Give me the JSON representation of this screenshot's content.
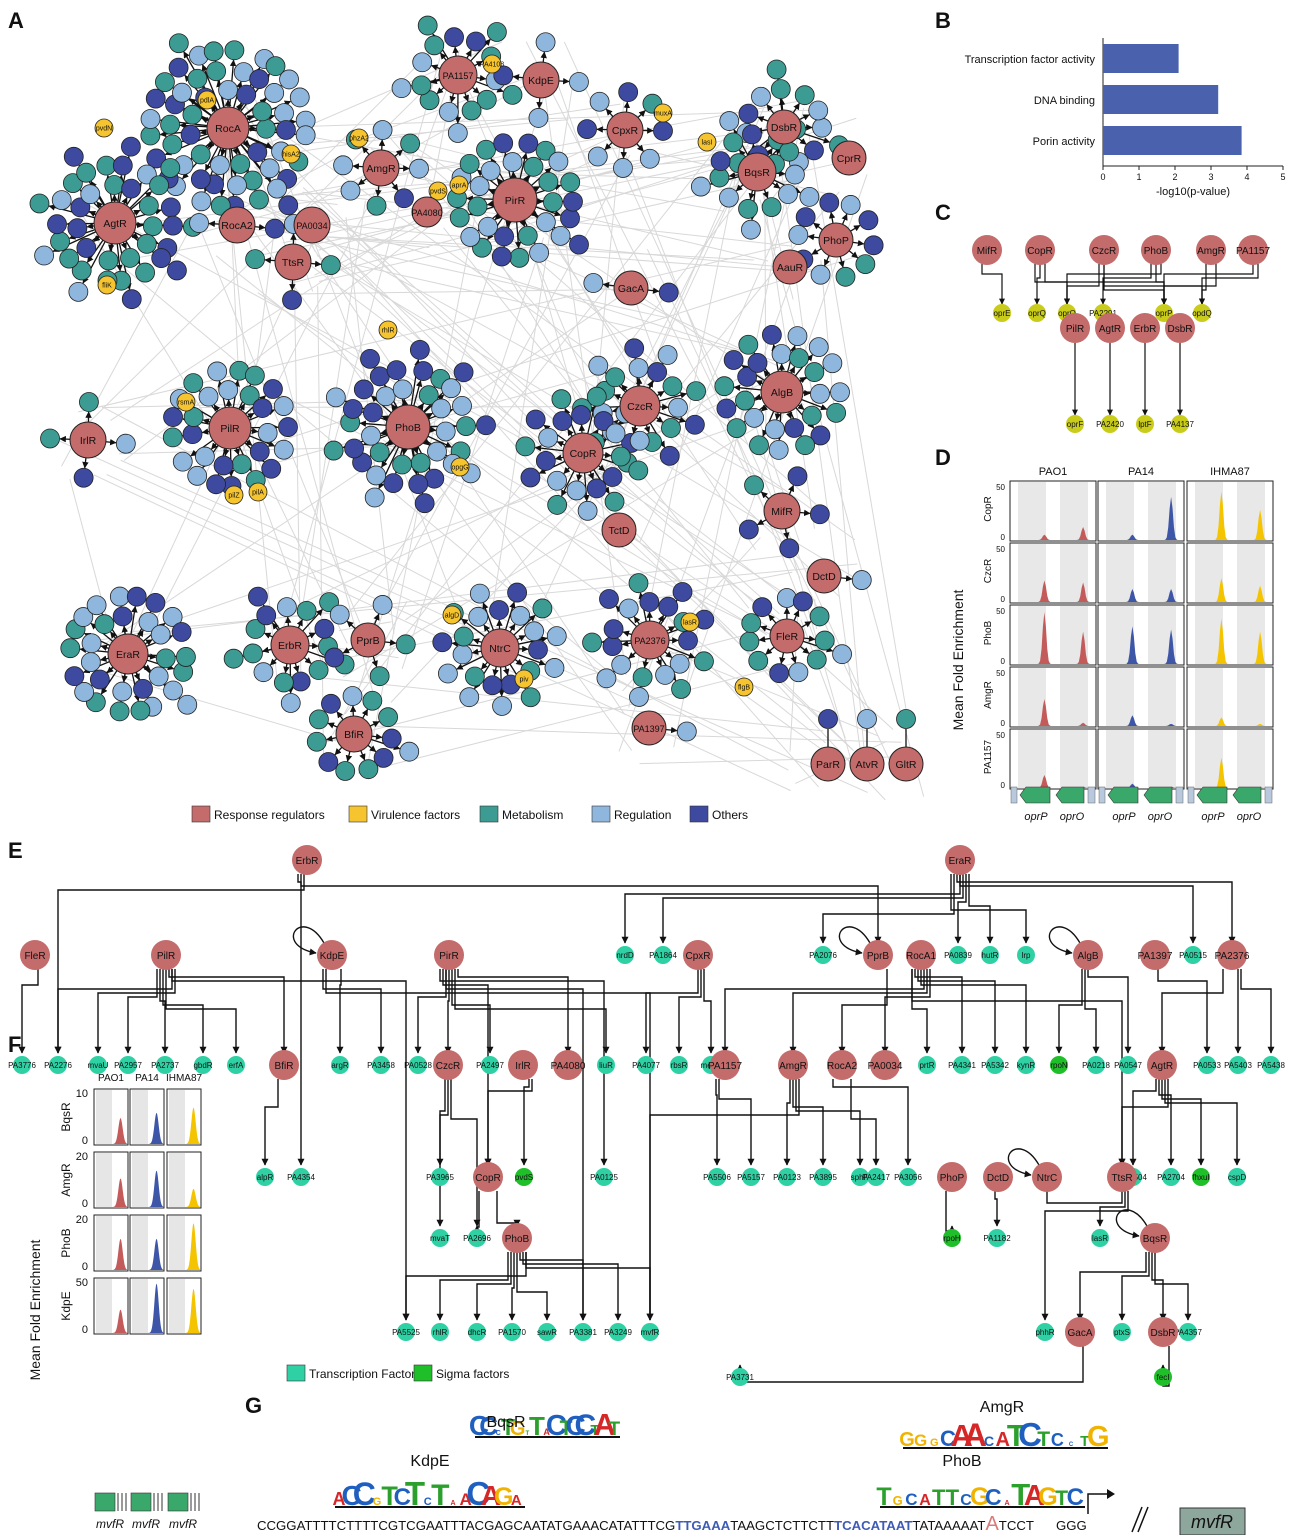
{
  "panel_labels": {
    "a": "A",
    "b": "B",
    "c": "C",
    "d": "D",
    "e": "E",
    "f": "F",
    "g": "G"
  },
  "colors": {
    "response_regulator": "#c46b6b",
    "virulence": "#f6c42e",
    "metabolism": "#3c9b92",
    "regulation": "#8fb7dd",
    "others": "#3d4aa0",
    "transcription_factor": "#2fd1a4",
    "sigma_factor": "#1fbf2a",
    "bar": "#4a62ad",
    "pao1": "#c45b5b",
    "pa14": "#3e56a8",
    "ihma87": "#f5c400",
    "gene_arrow": "#3aa86a",
    "motif_blue": "#3e5bb5",
    "mvfR_box": "#8ea79c"
  },
  "panelA": {
    "hubs": [
      {
        "label": "RocA"
      },
      {
        "label": "AgtR"
      },
      {
        "label": "RocA2"
      },
      {
        "label": "PA0034"
      },
      {
        "label": "TtsR"
      },
      {
        "label": "PA1157"
      },
      {
        "label": "KdpE"
      },
      {
        "label": "CpxR"
      },
      {
        "label": "AmgR"
      },
      {
        "label": "PA4080"
      },
      {
        "label": "PirR"
      },
      {
        "label": "GacA"
      },
      {
        "label": "DsbR"
      },
      {
        "label": "BqsR"
      },
      {
        "label": "CprR"
      },
      {
        "label": "PhoP"
      },
      {
        "label": "AauR"
      },
      {
        "label": "IrlR"
      },
      {
        "label": "PilR"
      },
      {
        "label": "PhoB"
      },
      {
        "label": "CzcR"
      },
      {
        "label": "CopR"
      },
      {
        "label": "TctD"
      },
      {
        "label": "AlgB"
      },
      {
        "label": "MifR"
      },
      {
        "label": "DctD"
      },
      {
        "label": "EraR"
      },
      {
        "label": "ErbR"
      },
      {
        "label": "PprB"
      },
      {
        "label": "BfiR"
      },
      {
        "label": "NtrC"
      },
      {
        "label": "PA2376"
      },
      {
        "label": "PA1397"
      },
      {
        "label": "FleR"
      },
      {
        "label": "ParR"
      },
      {
        "label": "AtvR"
      },
      {
        "label": "GltR"
      }
    ],
    "virulence_labels": [
      "pvdN",
      "pdlA",
      "hisA2",
      "fliK",
      "PA4108",
      "phzA2",
      "pvdS",
      "aprA",
      "muxA",
      "lasI",
      "rsmA",
      "rhlR",
      "pilZ",
      "pilA",
      "opgG",
      "algD",
      "lasR",
      "piv",
      "flgB"
    ],
    "legend": [
      {
        "label": "Response regulators",
        "color": "#c46b6b"
      },
      {
        "label": "Virulence factors",
        "color": "#f6c42e"
      },
      {
        "label": "Metabolism",
        "color": "#3c9b92"
      },
      {
        "label": "Regulation",
        "color": "#8fb7dd"
      },
      {
        "label": "Others",
        "color": "#3d4aa0"
      }
    ]
  },
  "chart_data": [
    {
      "type": "bar",
      "orientation": "horizontal",
      "categories": [
        "Transcription factor activity",
        "DNA binding",
        "Porin activity"
      ],
      "values": [
        2.1,
        3.2,
        3.85
      ],
      "xlabel": "-log10(p-value)",
      "xlim": [
        0,
        5
      ],
      "xticks": [
        "0",
        "1",
        "2",
        "3",
        "4",
        "5"
      ]
    },
    {
      "type": "area",
      "title": "",
      "ylabel": "Mean Fold Enrichment",
      "columns": [
        "PAO1",
        "PA14",
        "IHMA87"
      ],
      "rows": [
        {
          "name": "CopR",
          "ymax": 50,
          "peaks": {
            "PAO1": [
              5,
              12
            ],
            "PA14": [
              5,
              40
            ],
            "IHMA87": [
              45,
              28
            ]
          }
        },
        {
          "name": "CzcR",
          "ymax": 50,
          "peaks": {
            "PAO1": [
              20,
              18
            ],
            "PA14": [
              12,
              12
            ],
            "IHMA87": [
              22,
              15
            ]
          }
        },
        {
          "name": "PhoB",
          "ymax": 50,
          "peaks": {
            "PAO1": [
              48,
              30
            ],
            "PA14": [
              35,
              32
            ],
            "IHMA87": [
              42,
              30
            ]
          }
        },
        {
          "name": "AmgR",
          "ymax": 50,
          "peaks": {
            "PAO1": [
              25,
              3
            ],
            "PA14": [
              10,
              2
            ],
            "IHMA87": [
              8,
              2
            ]
          }
        },
        {
          "name": "PA1157",
          "ymax": 50,
          "peaks": {
            "PAO1": [
              12,
              1
            ],
            "PA14": [
              4,
              1
            ],
            "IHMA87": [
              28,
              1
            ]
          }
        }
      ],
      "ytick_labels": [
        "50",
        "0"
      ],
      "gene_labels": [
        "oprP",
        "oprO"
      ]
    },
    {
      "type": "area",
      "ylabel": "Mean Fold Enrichment",
      "columns": [
        "PAO1",
        "PA14",
        "IHMA87"
      ],
      "rows": [
        {
          "name": "BqsR",
          "ymax": 10,
          "ytick_labels": [
            "10",
            "0"
          ],
          "peaks": {
            "PAO1": 0.5,
            "PA14": 0.6,
            "IHMA87": 0.7
          }
        },
        {
          "name": "AmgR",
          "ymax": 20,
          "ytick_labels": [
            "20",
            "0"
          ],
          "peaks": {
            "PAO1": 0.55,
            "PA14": 0.7,
            "IHMA87": 0.35
          }
        },
        {
          "name": "PhoB",
          "ymax": 20,
          "ytick_labels": [
            "20",
            "0"
          ],
          "peaks": {
            "PAO1": 0.6,
            "PA14": 0.6,
            "IHMA87": 0.9
          }
        },
        {
          "name": "KdpE",
          "ymax": 50,
          "ytick_labels": [
            "50",
            "0"
          ],
          "peaks": {
            "PAO1": 0.45,
            "PA14": 0.95,
            "IHMA87": 0.85
          }
        }
      ],
      "gene_label": "mvfR"
    }
  ],
  "panelC": {
    "row1_regulators": [
      "MifR",
      "CopR",
      "CzcR",
      "PhoB",
      "AmgR",
      "PA1157"
    ],
    "row1_targets": [
      "oprE",
      "oprQ",
      "oprO",
      "PA2291",
      "oprP",
      "opdQ"
    ],
    "row2_regulators": [
      "PilR",
      "AgtR",
      "ErbR",
      "DsbR"
    ],
    "row2_targets": [
      "oprF",
      "PA2420",
      "lptF",
      "PA4137"
    ]
  },
  "panelE": {
    "row0": [
      "ErbR",
      "EraR"
    ],
    "row1_rr": [
      "FleR",
      "PilR",
      "KdpE",
      "PirR",
      "CpxR",
      "PprB",
      "RocA1",
      "AlgB",
      "PA1397",
      "PA2376"
    ],
    "row1_tf": [
      "nrdD",
      "PA1864",
      "PA2076",
      "PA0839",
      "hutR",
      "lrp",
      "PA0515"
    ],
    "row2_tf": [
      "PA3776",
      "PA2276",
      "mvaU",
      "PA2957",
      "PA2737",
      "gbdR",
      "erfA",
      "argR",
      "PA3458",
      "PA0528",
      "PA2497",
      "liuR",
      "PA4077",
      "rbsR",
      "mexR",
      "prtR",
      "PA4341",
      "PA5342",
      "kynR",
      "PA0218",
      "PA0547",
      "PA0533",
      "PA5403",
      "PA5438"
    ],
    "row2_sigma": [
      "rpoN"
    ],
    "row2_rr": [
      "BfiR",
      "CzcR",
      "IrlR",
      "PA4080",
      "PA1157",
      "AmgR",
      "RocA2",
      "PA0034",
      "AgtR"
    ],
    "row3_tf": [
      "alpR",
      "PA4354",
      "PA3965",
      "PA0125",
      "PA5506",
      "PA5157",
      "PA0123",
      "PA3895",
      "sphR",
      "PA2417",
      "PA3056",
      "PA1504",
      "PA2704",
      "cspD"
    ],
    "row3_sigma": [
      "pvdS",
      "fhxuI"
    ],
    "row3_rr": [
      "CopR",
      "PhoP",
      "DctD",
      "NtrC",
      "TtsR"
    ],
    "row4_tf": [
      "mvaT",
      "PA2696",
      "PA1182",
      "lasR"
    ],
    "row4_sigma": [
      "rpoH"
    ],
    "row4_rr": [
      "PhoB",
      "BqsR"
    ],
    "row5_tf": [
      "PA5525",
      "rhlR",
      "dhcR",
      "PA1570",
      "sawR",
      "PA3381",
      "PA3249",
      "mvfR",
      "phhR",
      "ptxS",
      "PA4357"
    ],
    "row5_rr": [
      "GacA",
      "DsbR"
    ],
    "row6_tf": [
      "PA3731"
    ],
    "row6_sigma": [
      "fecI"
    ],
    "legend": [
      {
        "label": "Transcription Factors",
        "color": "#2fd1a4"
      },
      {
        "label": "Sigma factors",
        "color": "#1fbf2a"
      }
    ]
  },
  "panelG": {
    "motifs": [
      "BqsR",
      "KdpE",
      "AmgR",
      "PhoB"
    ],
    "sequence_parts": [
      {
        "text": "CCGGATTTTCTTTTCGTCGAATTTACGAGCAATATGAAACATATTTCG",
        "style": "plain"
      },
      {
        "text": "TTGAAA",
        "style": "blue"
      },
      {
        "text": "TAAGCTCTTCTT",
        "style": "plain"
      },
      {
        "text": "TCACATAAT",
        "style": "blue"
      },
      {
        "text": "TATAAAAAT",
        "style": "plain"
      },
      {
        "text": "A",
        "style": "tss"
      },
      {
        "text": "TCCT",
        "style": "plain"
      },
      {
        "text": "GGG",
        "style": "plain"
      }
    ],
    "gene_box": "mvfR"
  }
}
